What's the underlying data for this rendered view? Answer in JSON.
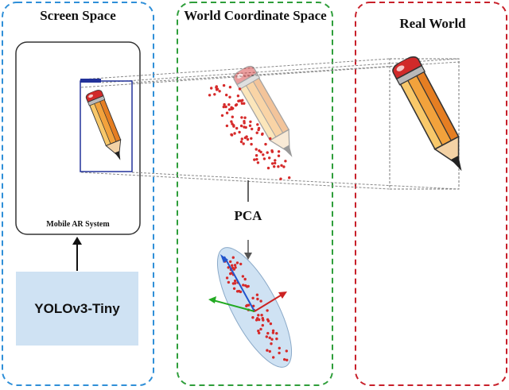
{
  "panels": {
    "screen_space": {
      "title": "Screen Space"
    },
    "world_space": {
      "title": "World Coordinate Space"
    },
    "real_world": {
      "title": "Real World"
    }
  },
  "phone": {
    "label": "Mobile AR System"
  },
  "detector": {
    "label": "YOLOv3-Tiny"
  },
  "pca": {
    "label": "PCA"
  },
  "colors": {
    "screen_border": "#2f8fd8",
    "world_border": "#2e9e3a",
    "real_border": "#c8202a",
    "bbox": "#22329a",
    "points": "#d62a2a",
    "ellipse": "#cfe2f3",
    "pc1": "#2255cc",
    "pc2": "#22aa22",
    "pc3": "#cc2222"
  }
}
